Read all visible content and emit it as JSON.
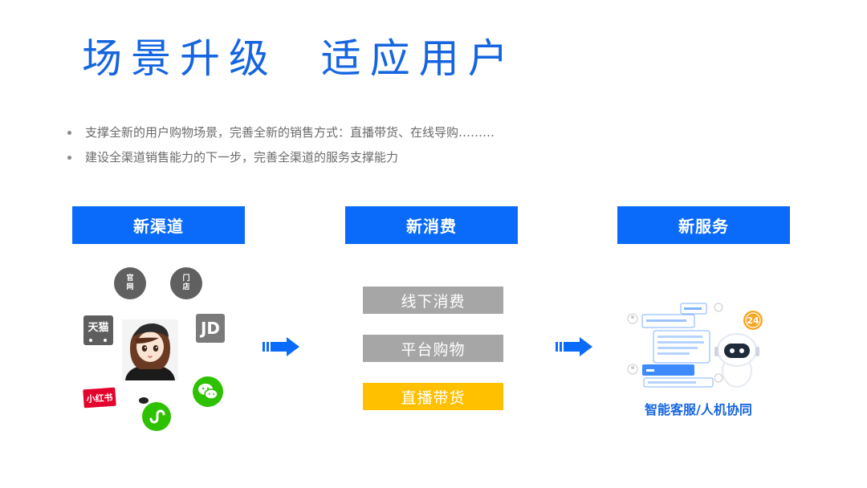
{
  "title": "场景升级  适应用户",
  "bullets": [
    "支撑全新的用户购物场景，完善全新的销售方式：直播带货、在线导购………",
    "建设全渠道销售能力的下一步，完善全渠道的服务支撑能力"
  ],
  "columns": {
    "channel": {
      "header": "新渠道",
      "icons": {
        "official_site": [
          "官",
          "网"
        ],
        "store": [
          "门",
          "店"
        ],
        "tmall": "天猫",
        "jd": "JD",
        "xiaohongshu": "小红书"
      }
    },
    "consumption": {
      "header": "新消费",
      "items": [
        "线下消费",
        "平台购物",
        "直播带货"
      ]
    },
    "service": {
      "header": "新服务",
      "badge": "24",
      "caption": "智能客服/人机协同"
    }
  },
  "colors": {
    "brand_blue": "#0a6bfb",
    "title_blue": "#1565e0",
    "gray_box": "#a6a6a6",
    "highlight_yellow": "#ffc000",
    "wechat_green": "#2dc100",
    "xhs_red": "#e4032c",
    "orange": "#f5a623"
  },
  "icons": [
    "arrow-right-icon",
    "wechat-icon",
    "mini-program-icon",
    "robot-icon",
    "chat-bubble-icon",
    "avatar-icon"
  ]
}
